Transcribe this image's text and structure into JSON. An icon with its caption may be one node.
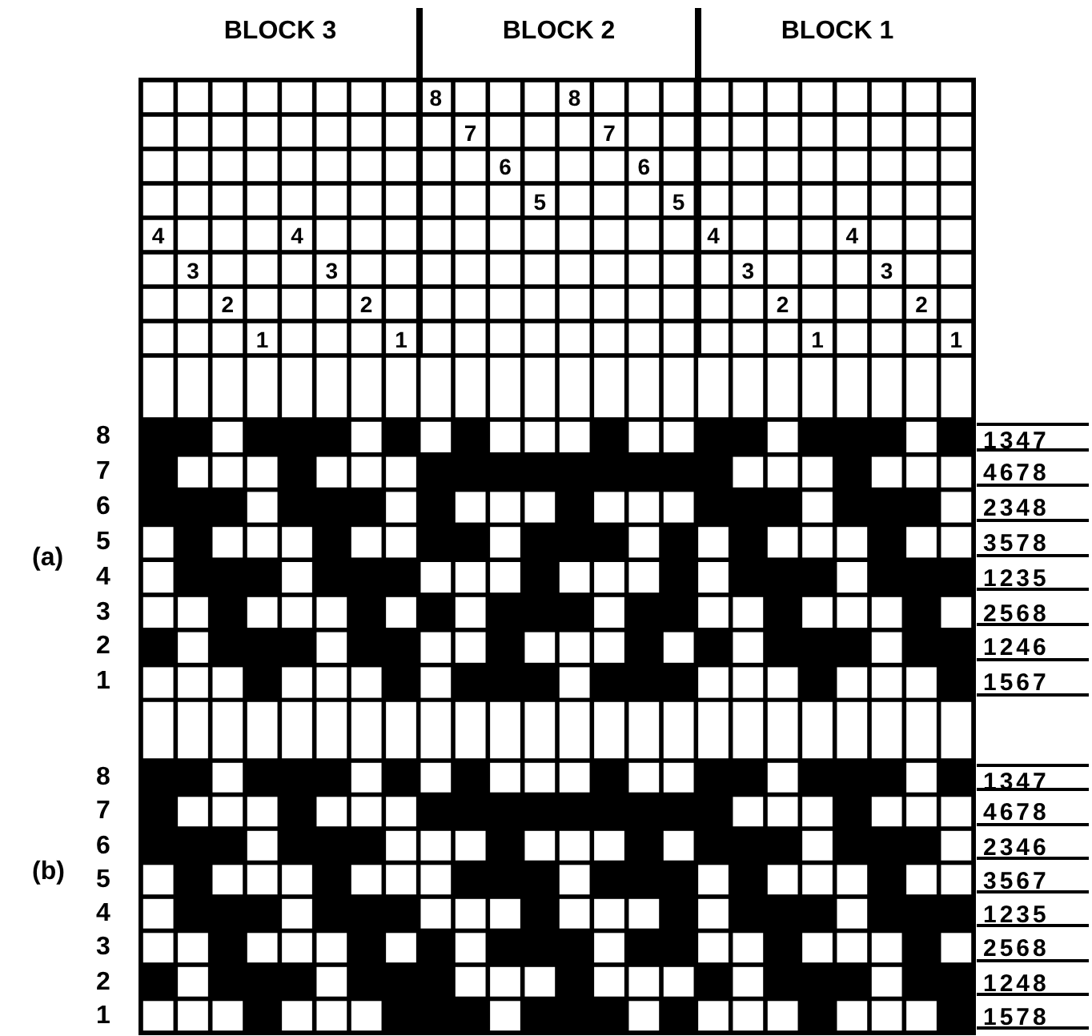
{
  "diagram": {
    "labels": [
      "BLOCK 3",
      "BLOCK 2",
      "BLOCK 1",
      "8",
      "8",
      "7",
      "7",
      "6",
      "6",
      "5",
      "5",
      "4",
      "4",
      "4",
      "4",
      "3",
      "3",
      "3",
      "3",
      "2",
      "2",
      "2",
      "2",
      "1",
      "1",
      "1",
      "1",
      "(a)",
      "8",
      "1347",
      "7",
      "4678",
      "6",
      "2348",
      "5",
      "3578",
      "4",
      "1235",
      "3",
      "2568",
      "2",
      "1246",
      "1",
      "1567",
      "(b)",
      "8",
      "1347",
      "7",
      "4678",
      "6",
      "2346",
      "5",
      "3567",
      "4",
      "1235",
      "3",
      "2568",
      "2",
      "1248",
      "1",
      "1578"
    ]
  }
}
